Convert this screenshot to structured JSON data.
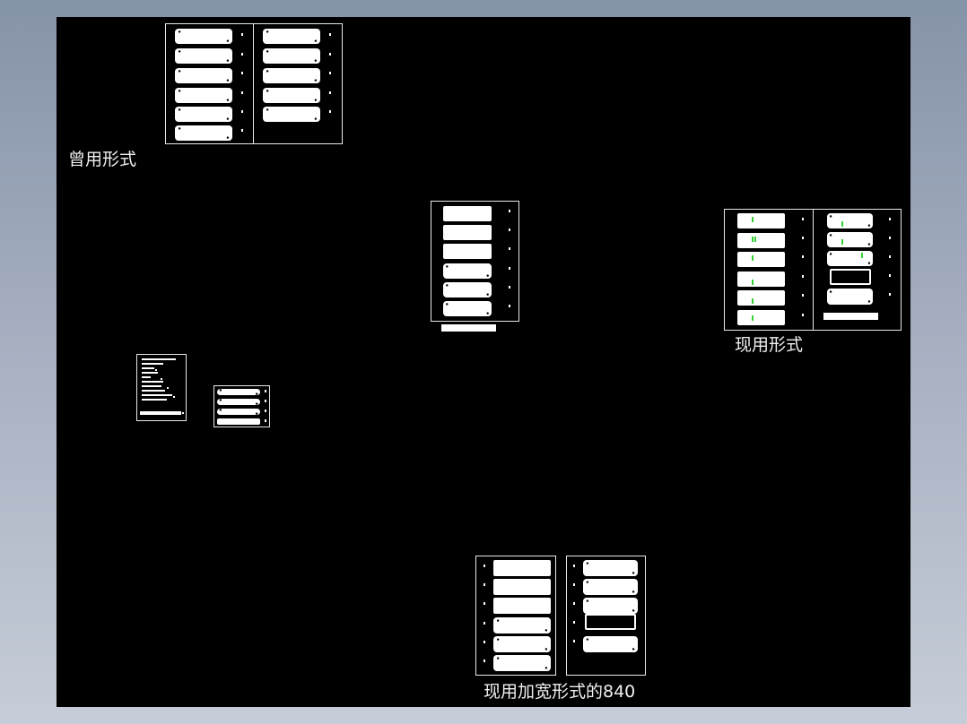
{
  "labels": {
    "former_form": "曾用形式",
    "current_form": "现用形式",
    "widened_form": "现用加宽形式的840"
  },
  "colors": {
    "background_frame": "#8f9bb0",
    "canvas": "#000000",
    "line": "#e8e8e8",
    "marker_green": "#35d035"
  }
}
